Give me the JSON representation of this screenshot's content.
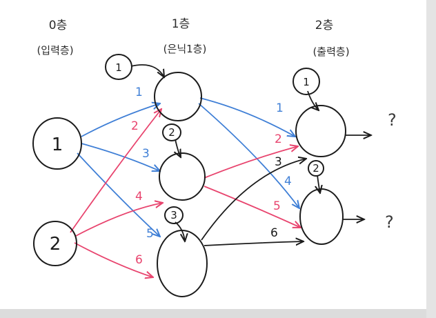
{
  "layers": [
    {
      "title": "0층",
      "subtitle": "(입력층)"
    },
    {
      "title": "1층",
      "subtitle": "(은닉1층)"
    },
    {
      "title": "2층",
      "subtitle": "(출력층)"
    }
  ],
  "inputs": [
    "1",
    "2"
  ],
  "layer1_bias": [
    "1",
    "2",
    "3"
  ],
  "layer2_bias": [
    "1",
    "2"
  ],
  "layer1_weights": [
    "1",
    "2",
    "3",
    "4",
    "5",
    "6"
  ],
  "layer2_weights": [
    "1",
    "2",
    "3",
    "4",
    "5",
    "6"
  ],
  "outputs": [
    "?",
    "?"
  ],
  "colors": {
    "board": "#ffffff",
    "ink_black": "#1b1b1b",
    "ink_blue": "#3f7fd6",
    "ink_red": "#e8446e"
  }
}
